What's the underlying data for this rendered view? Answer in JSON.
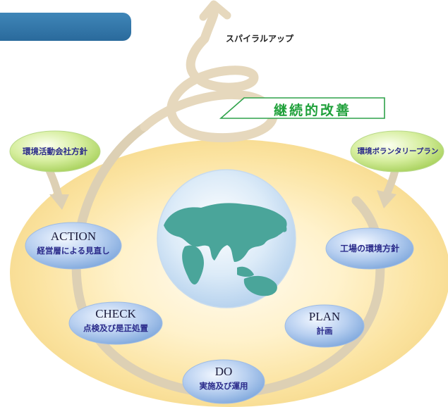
{
  "spiral_label": "スパイラルアップ",
  "kaizen_label": "継続的改善",
  "policy_company": "環境活動会社方針",
  "policy_voluntary": "環境ボランタリープラン",
  "node_plant_policy": "工場の環境方針",
  "action": {
    "title": "ACTION",
    "sub": "経営層による見直し"
  },
  "check": {
    "title": "CHECK",
    "sub": "点検及び是正処置"
  },
  "do": {
    "title": "DO",
    "sub": "実施及び運用"
  },
  "plan": {
    "title": "PLAN",
    "sub": "計画"
  },
  "colors": {
    "header_bar": "#2f78ad",
    "kaizen_text": "#1fa03a",
    "node_blue": "#8fb4e3",
    "node_green": "#bfe07a",
    "ellipse_yellow": "#fbe7a3",
    "spiral_beige": "#e6d8bd"
  }
}
